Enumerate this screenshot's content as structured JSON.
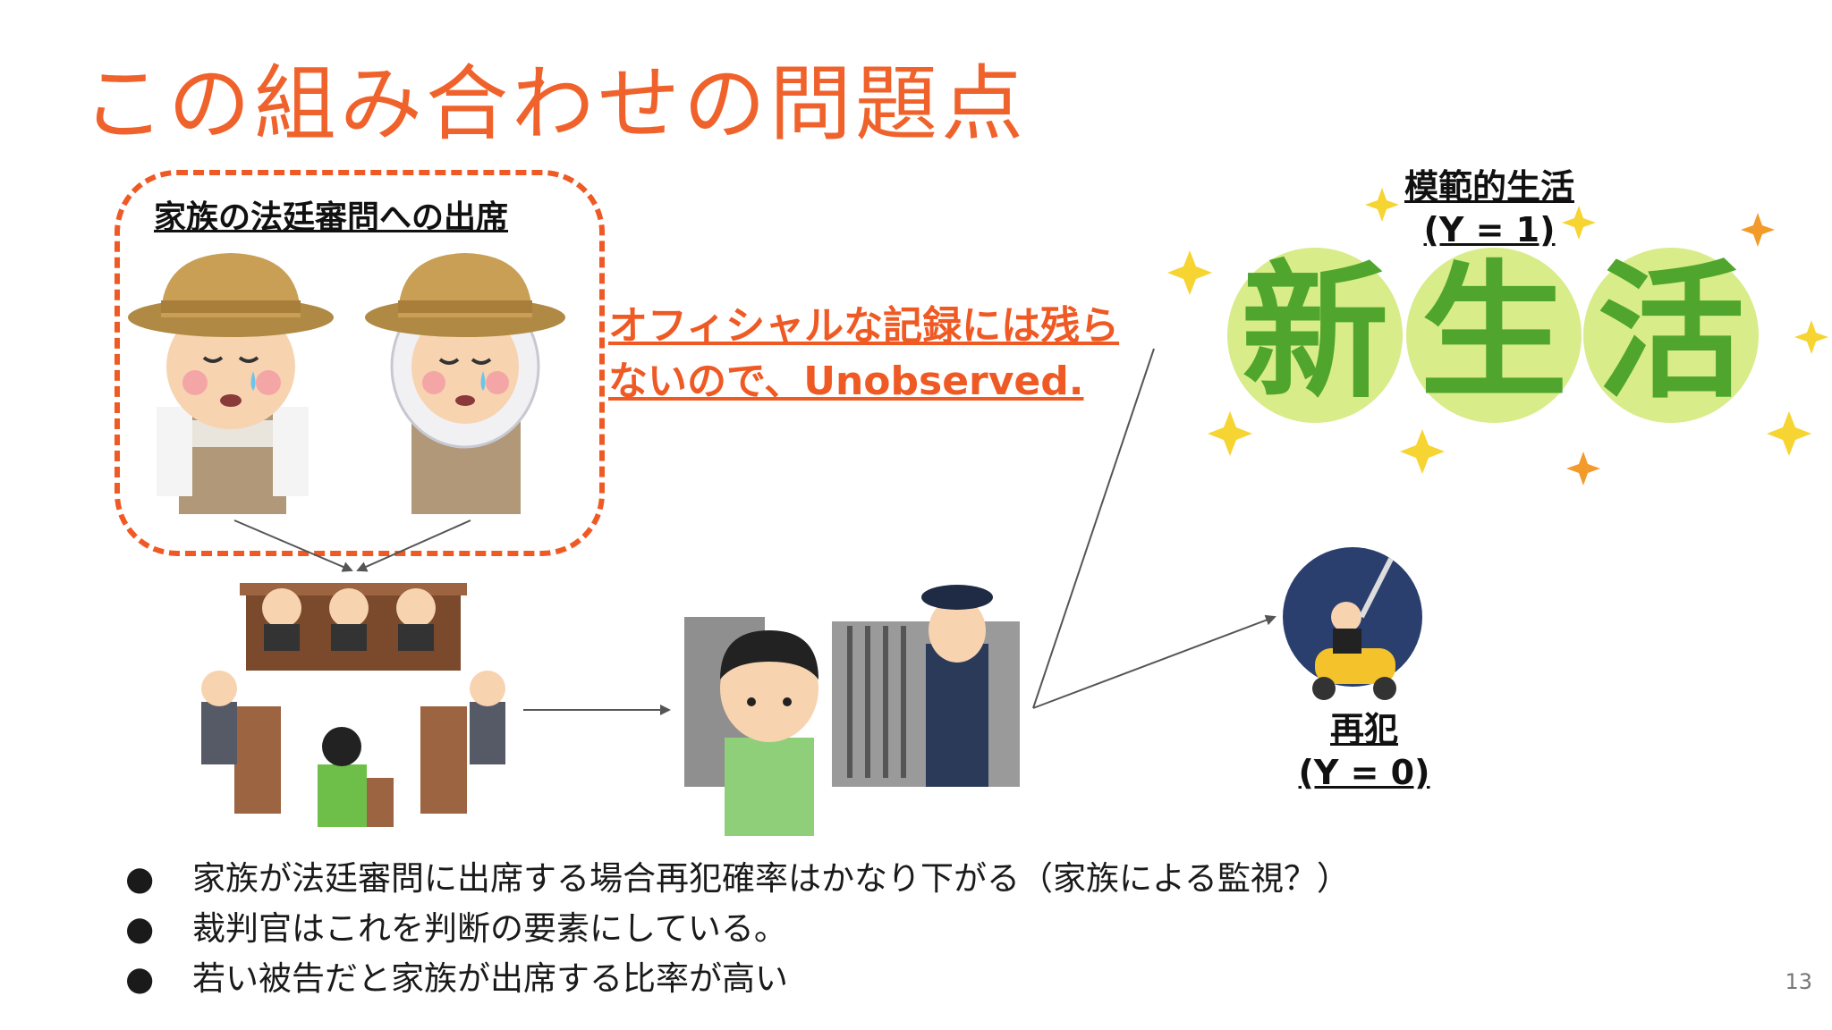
{
  "slide": {
    "title": "この組み合わせの問題点",
    "family_box_label": "家族の法廷審問への出席",
    "note_line1": "オフィシャルな記録には残ら",
    "note_line2": "ないので、Unobserved.",
    "outcome_good_line1": "模範的生活",
    "outcome_good_line2": "(Y = 1)",
    "new_life_char1": "新",
    "new_life_char2": "生",
    "new_life_char3": "活",
    "outcome_bad_line1": "再犯",
    "outcome_bad_line2": "(Y = 0)",
    "bullets": [
      "家族が法廷審問に出席する場合再犯確率はかなり下がる（家族による監視？）",
      "裁判官はこれを判断の要素にしている。",
      "若い被告だと家族が出席する比率が高い"
    ],
    "bullet_symbol": "●",
    "page_number": "13"
  },
  "colors": {
    "accent": "#f0622b",
    "new_life_green": "#4fa52d",
    "new_life_circle": "#d8ec8a",
    "arrow": "#555555"
  }
}
